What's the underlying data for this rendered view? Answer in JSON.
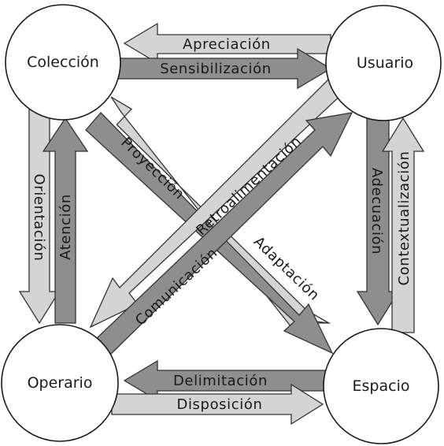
{
  "nodes": {
    "coleccion": "Colección",
    "usuario": "Usuario",
    "operario": "Operario",
    "espacio": "Espacio"
  },
  "edges": {
    "apreciacion": "Apreciación",
    "sensibilizacion": "Sensibilización",
    "delimitacion": "Delimitación",
    "disposicion": "Disposición",
    "orientacion": "Orientación",
    "atencion": "Atención",
    "adecuacion": "Adecuación",
    "contextualizacion": "Contextualización",
    "proyeccion": "Proyección",
    "adaptacion": "Adaptación",
    "retroalimentacion": "Retroalimentación",
    "comunicacion": "Comunicación"
  },
  "colors": {
    "light_arrow": "#d4d4d4",
    "dark_arrow": "#8e8e8e",
    "outline": "#1a1a1a"
  }
}
